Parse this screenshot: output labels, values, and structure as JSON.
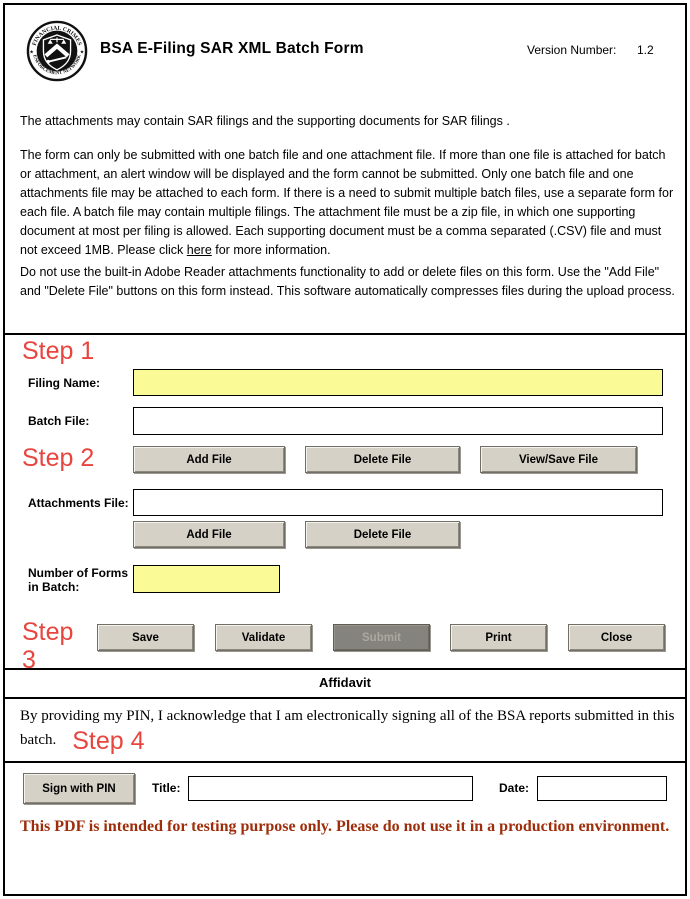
{
  "header": {
    "title": "BSA E-Filing SAR XML Batch Form",
    "version_label": "Version Number:",
    "version_value": "1.2",
    "seal_top_text": "FINANCIAL CRIMES",
    "seal_bottom_text": "ENFORCEMENT NETWORK"
  },
  "instructions": {
    "p1": "The attachments may contain SAR filings and the supporting documents for SAR filings .",
    "p2_before_link": "The form can only be submitted with one batch file and one attachment file. If more than one file is attached for batch or attachment, an alert window will be displayed and the form cannot be submitted. Only one batch file and one attachments file may be attached to each form. If there is a need to submit multiple batch files, use a separate form for each file. A batch file may contain multiple filings. The attachment file must be a zip file, in which one supporting document at most per filing is allowed. Each supporting document must be a comma separated (.CSV) file and must not exceed 1MB. Please click ",
    "p2_link": "here",
    "p2_after_link": " for more information.",
    "p3": "Do not use the built-in Adobe Reader attachments functionality to add or delete files on this form. Use the \"Add File\" and \"Delete File\" buttons on this form instead. This software automatically compresses files during the upload process."
  },
  "steps": {
    "step1": "Step 1",
    "step2": "Step 2",
    "step3": "Step 3",
    "step4": "Step 4"
  },
  "fields": {
    "filing_name": {
      "label": "Filing Name:",
      "value": ""
    },
    "batch_file": {
      "label": "Batch File:",
      "value": ""
    },
    "attachments_file": {
      "label": "Attachments File:",
      "value": ""
    },
    "number_of_forms": {
      "label": "Number of Forms in Batch:",
      "value": ""
    }
  },
  "batch_buttons": [
    {
      "label": "Add File"
    },
    {
      "label": "Delete File"
    },
    {
      "label": "View/Save File"
    }
  ],
  "attachment_buttons": [
    {
      "label": "Add File"
    },
    {
      "label": "Delete File"
    }
  ],
  "actions": [
    {
      "label": "Save",
      "enabled": true
    },
    {
      "label": "Validate",
      "enabled": true
    },
    {
      "label": "Submit",
      "enabled": false
    },
    {
      "label": "Print",
      "enabled": true
    },
    {
      "label": "Close",
      "enabled": true
    }
  ],
  "affidavit": {
    "heading": "Affidavit",
    "text": "By providing my PIN, I acknowledge that I am electronically signing all of the BSA reports submitted in this batch."
  },
  "signature": {
    "sign_button_label": "Sign with PIN",
    "title_label": "Title:",
    "title_value": "",
    "date_label": "Date:",
    "date_value": ""
  },
  "warning_text": "This PDF is intended for testing purpose only. Please do not use it in a production environment.",
  "colors": {
    "step_accent": "#E8453F",
    "highlight_field": "#FAFA96",
    "warning": "#9E2E0B",
    "button_face": "#D5D1C7",
    "disabled_button_face": "#85837D"
  }
}
